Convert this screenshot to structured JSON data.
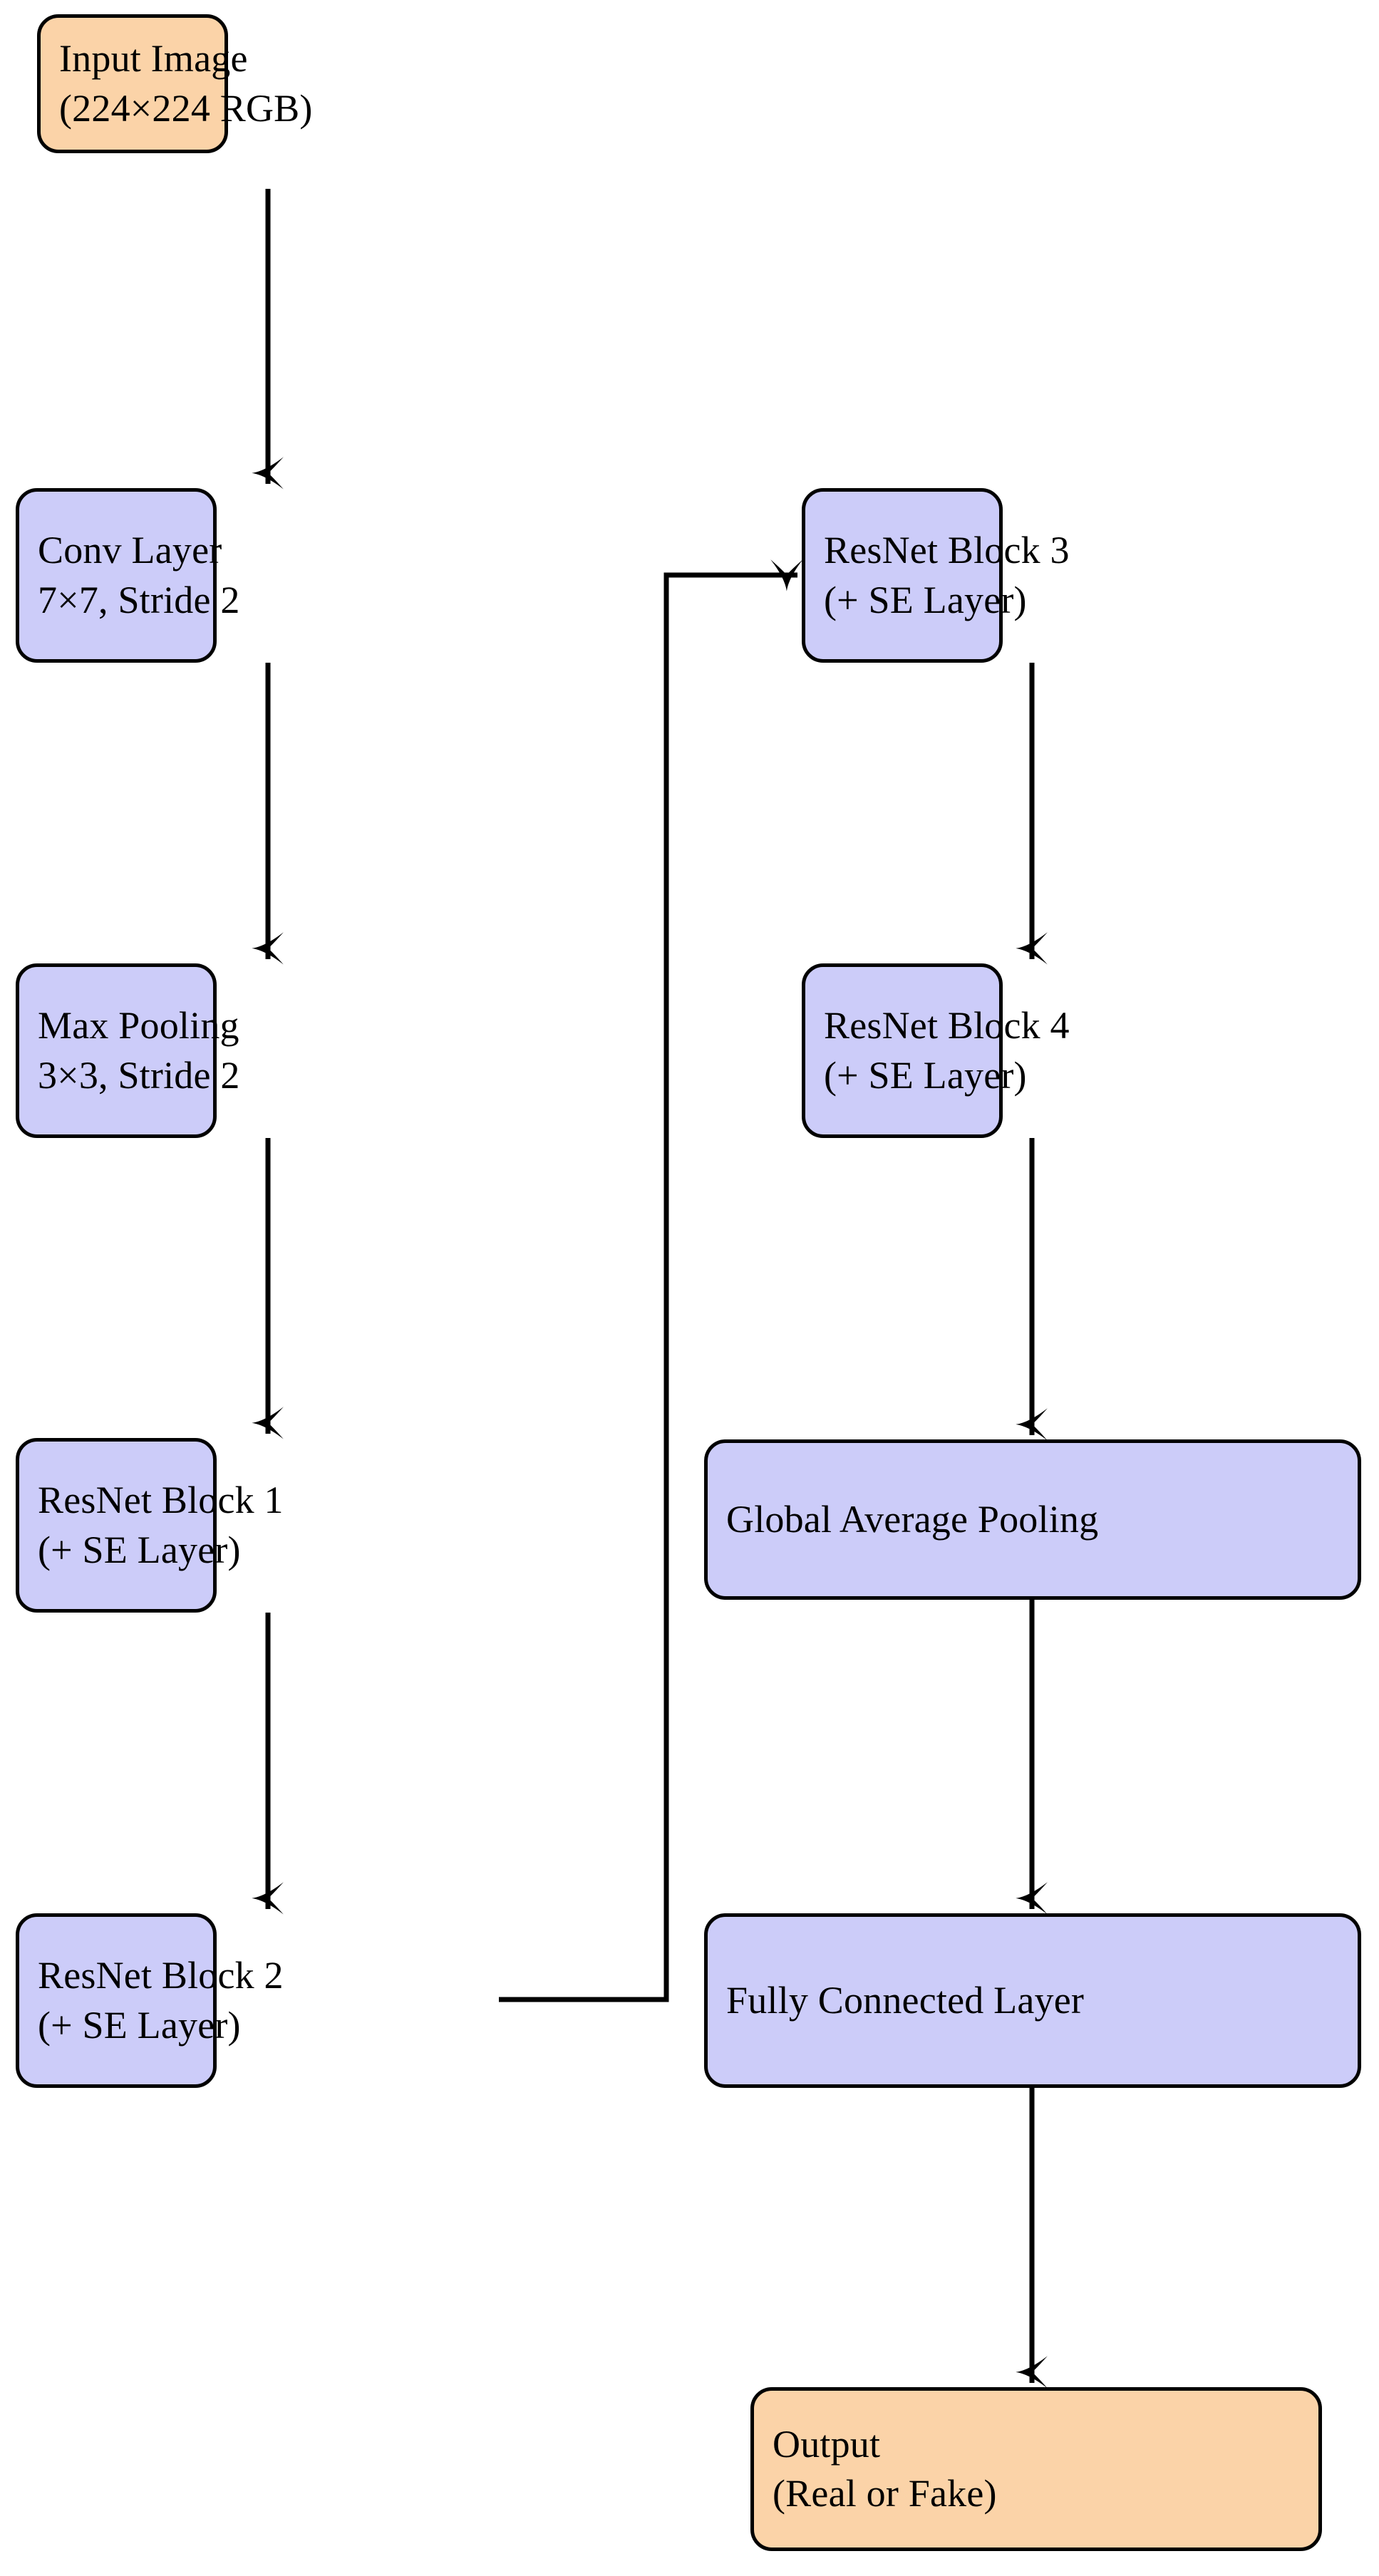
{
  "diagram": {
    "title": "ResNet-SE Deepfake Detection Architecture Flowchart",
    "colors": {
      "input_output_fill": "#fbd3a8",
      "layer_fill": "#ccccf9",
      "stroke": "#000000",
      "background": "#ffffff"
    },
    "nodes": [
      {
        "id": "input-image",
        "type": "terminal",
        "fill": "#fbd3a8",
        "lines": [
          "Input Image",
          "(224×224 RGB)"
        ]
      },
      {
        "id": "conv-layer",
        "type": "layer",
        "fill": "#ccccf9",
        "lines": [
          "Conv Layer",
          "7×7, Stride 2"
        ]
      },
      {
        "id": "max-pooling",
        "type": "layer",
        "fill": "#ccccf9",
        "lines": [
          "Max Pooling",
          "3×3, Stride 2"
        ]
      },
      {
        "id": "resnet-block-1",
        "type": "layer",
        "fill": "#ccccf9",
        "lines": [
          "ResNet Block 1",
          "(+ SE Layer)"
        ]
      },
      {
        "id": "resnet-block-2",
        "type": "layer",
        "fill": "#ccccf9",
        "lines": [
          "ResNet Block 2",
          "(+ SE Layer)"
        ]
      },
      {
        "id": "resnet-block-3",
        "type": "layer",
        "fill": "#ccccf9",
        "lines": [
          "ResNet Block 3",
          "(+ SE Layer)"
        ]
      },
      {
        "id": "resnet-block-4",
        "type": "layer",
        "fill": "#ccccf9",
        "lines": [
          "ResNet Block 4",
          "(+ SE Layer)"
        ]
      },
      {
        "id": "global-average-pooling",
        "type": "layer",
        "fill": "#ccccf9",
        "lines": [
          "Global Average Pooling"
        ]
      },
      {
        "id": "fully-connected-layer",
        "type": "layer",
        "fill": "#ccccf9",
        "lines": [
          "Fully Connected Layer"
        ]
      },
      {
        "id": "output",
        "type": "terminal",
        "fill": "#fbd3a8",
        "lines": [
          "Output",
          "(Real or Fake)"
        ]
      }
    ],
    "edges": [
      {
        "id": "e1",
        "from": "input-image",
        "to": "conv-layer",
        "style": "straight-down",
        "label": ""
      },
      {
        "id": "e2",
        "from": "conv-layer",
        "to": "max-pooling",
        "style": "straight-down",
        "label": ""
      },
      {
        "id": "e3",
        "from": "max-pooling",
        "to": "resnet-block-1",
        "style": "straight-down",
        "label": ""
      },
      {
        "id": "e4",
        "from": "resnet-block-1",
        "to": "resnet-block-2",
        "style": "straight-down",
        "label": ""
      },
      {
        "id": "e5",
        "from": "resnet-block-2",
        "to": "resnet-block-3",
        "style": "elbow-right-up",
        "label": ""
      },
      {
        "id": "e6",
        "from": "resnet-block-3",
        "to": "resnet-block-4",
        "style": "straight-down",
        "label": ""
      },
      {
        "id": "e7",
        "from": "resnet-block-4",
        "to": "global-average-pooling",
        "style": "straight-down",
        "label": ""
      },
      {
        "id": "e8",
        "from": "global-average-pooling",
        "to": "fully-connected-layer",
        "style": "straight-down",
        "label": ""
      },
      {
        "id": "e9",
        "from": "fully-connected-layer",
        "to": "output",
        "style": "straight-down",
        "label": ""
      }
    ]
  }
}
